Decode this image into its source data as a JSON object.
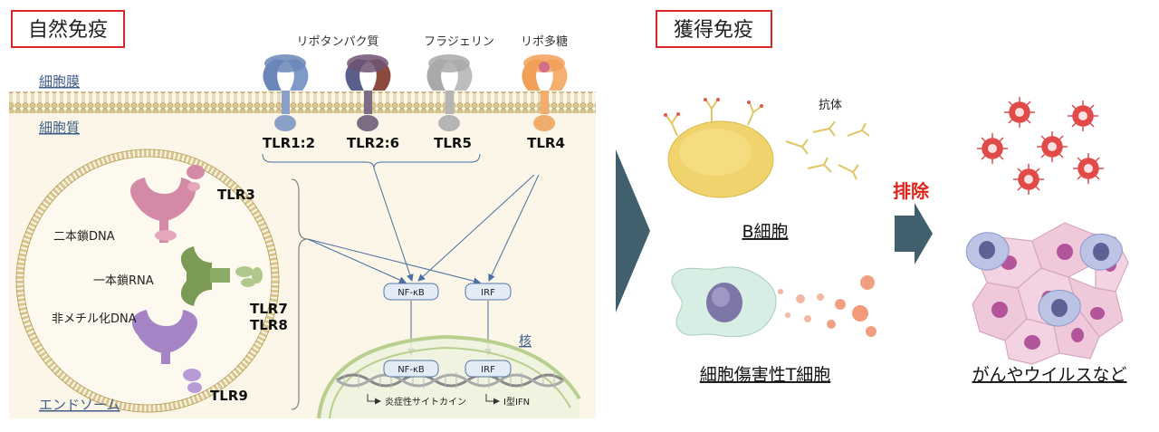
{
  "innate": {
    "title": "自然免疫",
    "cell_membrane": "細胞膜",
    "cytoplasm": "細胞質",
    "endosome": "エンドソーム",
    "nucleus": "核",
    "ligands": [
      "リポタンパク質",
      "フラジェリン",
      "リポ多糖"
    ],
    "surface_receptors": [
      "TLR1:2",
      "TLR2:6",
      "TLR5",
      "TLR4"
    ],
    "endosomal_receptors": [
      "TLR3",
      "TLR7",
      "TLR8",
      "TLR9"
    ],
    "nucleic_acids": [
      "二本鎖DNA",
      "一本鎖RNA",
      "非メチル化DNA"
    ],
    "factors": [
      "NF-κB",
      "IRF"
    ],
    "outputs": [
      "炎症性サイトカイン",
      "I型IFN"
    ]
  },
  "adaptive": {
    "title": "獲得免疫",
    "antibody": "抗体",
    "b_cell": "B細胞",
    "t_cell": "細胞傷害性T細胞",
    "eliminate": "排除",
    "target": "がんやウイルスなど"
  },
  "colors": {
    "title_border": "#d9262c",
    "eliminate_red": "#e2231a",
    "arrow": "#41606e",
    "receptor_blue": "#6b86b9",
    "receptor_slate": "#5a5f8c",
    "receptor_brown": "#8b4a3c",
    "receptor_gray": "#a9a9a9",
    "receptor_orange": "#f2a058",
    "receptor_pink": "#d489a6",
    "receptor_green": "#7a9a56",
    "receptor_purple": "#a484c4",
    "cytoplasm_bg": "#fbf6e7",
    "membrane": "#d6c38a",
    "b_cell": "#f0d36c",
    "t_cell": "#d8ede3",
    "virus": "#e24a4a"
  }
}
